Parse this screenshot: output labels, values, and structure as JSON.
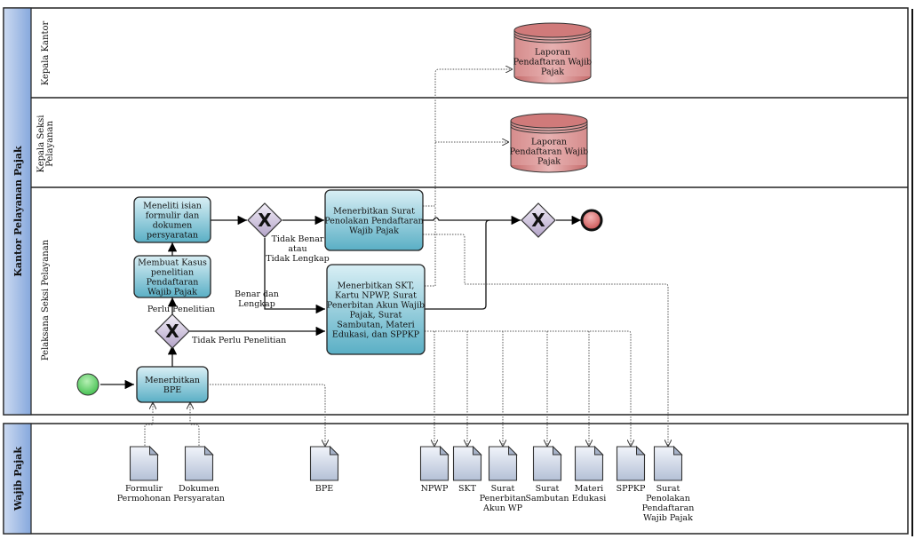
{
  "pools": {
    "office": {
      "label": "Kantor Pelayanan Pajak",
      "lanes": [
        {
          "label": "Kepala Kantor"
        },
        {
          "label_lines": [
            "Kepala Seksi",
            "Pelayanan"
          ]
        },
        {
          "label": "Pelaksana Seksi Pelayanan"
        }
      ]
    },
    "taxpayer": {
      "label": "Wajib Pajak"
    }
  },
  "tasks": {
    "meneliti": [
      "Meneliti isian",
      "formulir dan",
      "dokumen",
      "persyaratan"
    ],
    "membuat_kasus": [
      "Membuat Kasus",
      "penelitian",
      "Pendaftaran",
      "Wajib Pajak"
    ],
    "menerbitkan_bpe": [
      "Menerbitkan",
      "BPE"
    ],
    "menerbitkan_penolakan": [
      "Menerbitkan Surat",
      "Penolakan Pendaftaran",
      "Wajib Pajak"
    ],
    "menerbitkan_skt": [
      "Menerbitkan SKT,",
      "Kartu NPWP, Surat",
      "Penerbitan Akun Wajib",
      "Pajak, Surat",
      "Sambutan, Materi",
      "Edukasi, dan SPPKP"
    ]
  },
  "gateways": {
    "symbol": "X"
  },
  "flow_labels": {
    "perlu_penelitian": "Perlu Penelitian",
    "tidak_perlu_penelitian": "Tidak Perlu Penelitian",
    "tidak_benar": [
      "Tidak Benar",
      "atau",
      "Tidak Lengkap"
    ],
    "benar_lengkap": [
      "Benar dan",
      "Lengkap"
    ]
  },
  "datastores": {
    "kepala_kantor": [
      "Laporan",
      "Pendaftaran Wajib",
      "Pajak"
    ],
    "kepala_seksi": [
      "Laporan",
      "Pendaftaran Wajib",
      "Pajak"
    ]
  },
  "documents": [
    {
      "id": "formulir",
      "lines": [
        "Formulir",
        "Permohonan"
      ]
    },
    {
      "id": "dokumen",
      "lines": [
        "Dokumen",
        "Persyaratan"
      ]
    },
    {
      "id": "bpe",
      "lines": [
        "BPE"
      ]
    },
    {
      "id": "npwp",
      "lines": [
        "NPWP"
      ]
    },
    {
      "id": "skt",
      "lines": [
        "SKT"
      ]
    },
    {
      "id": "akun-wp",
      "lines": [
        "Surat",
        "Penerbitan",
        "Akun WP"
      ]
    },
    {
      "id": "sambutan",
      "lines": [
        "Surat",
        "Sambutan"
      ]
    },
    {
      "id": "edukasi",
      "lines": [
        "Materi",
        "Edukasi"
      ]
    },
    {
      "id": "sppkp",
      "lines": [
        "SPPKP"
      ]
    },
    {
      "id": "penolakan",
      "lines": [
        "Surat",
        "Penolakan",
        "Pendaftaran",
        "Wajib Pajak"
      ]
    }
  ],
  "colors": {
    "task_top": "#d6eef4",
    "task_bottom": "#5fb3c8",
    "gateway_top": "#f1ecf7",
    "gateway_bottom": "#b8a8cc",
    "start": "#5fd16a",
    "end": "#d96a6a",
    "datastore_top": "#e79b9b",
    "datastore_bottom": "#c56b6b",
    "doc_top": "#eef1f8",
    "doc_bottom": "#b9c4d8",
    "pool_header_left": "#c9d8f0",
    "pool_header_right": "#8daee0"
  }
}
